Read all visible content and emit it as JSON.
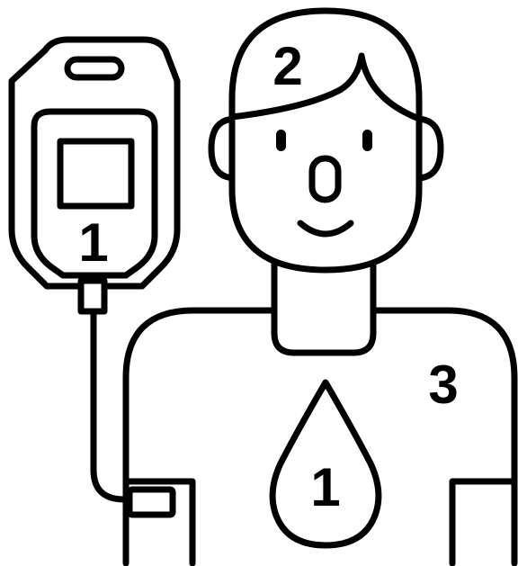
{
  "labels": {
    "bag": "1",
    "head": "2",
    "body": "3",
    "drop": "1"
  },
  "icons": {
    "iv_bag": "iv-bag-icon",
    "person": "person-icon",
    "blood_drop": "blood-drop-icon"
  }
}
